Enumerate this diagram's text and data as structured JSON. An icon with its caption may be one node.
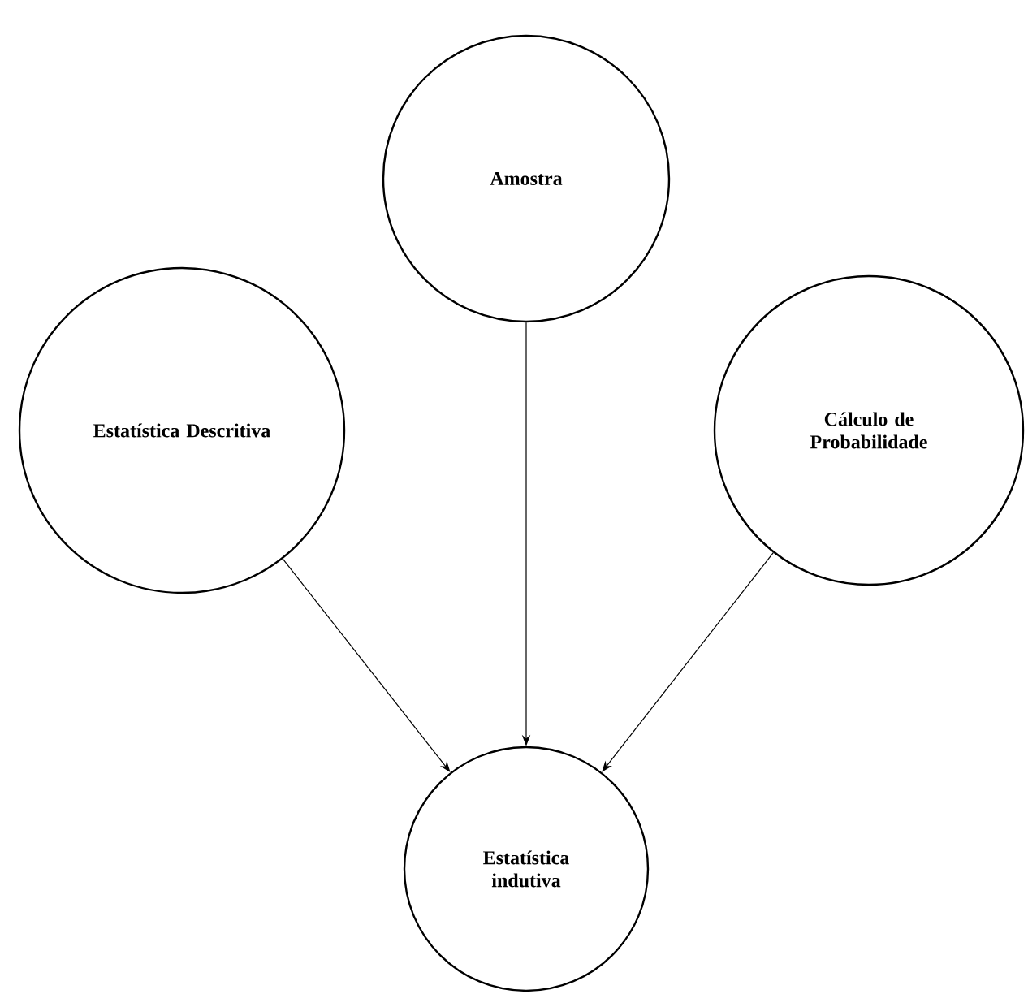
{
  "diagram": {
    "nodes": [
      {
        "text": [
          "Amostra"
        ]
      },
      {
        "text": [
          "Estatística Descritiva"
        ]
      },
      {
        "text": [
          "Cálculo de Probabilidade"
        ]
      },
      {
        "text": [
          "Estatística indutiva"
        ]
      }
    ],
    "edges": [
      {
        "from": 1,
        "to": 3,
        "arrow": "to"
      },
      {
        "from": 0,
        "to": 3,
        "arrow": "to"
      },
      {
        "from": 2,
        "to": 3,
        "arrow": "to"
      }
    ]
  }
}
